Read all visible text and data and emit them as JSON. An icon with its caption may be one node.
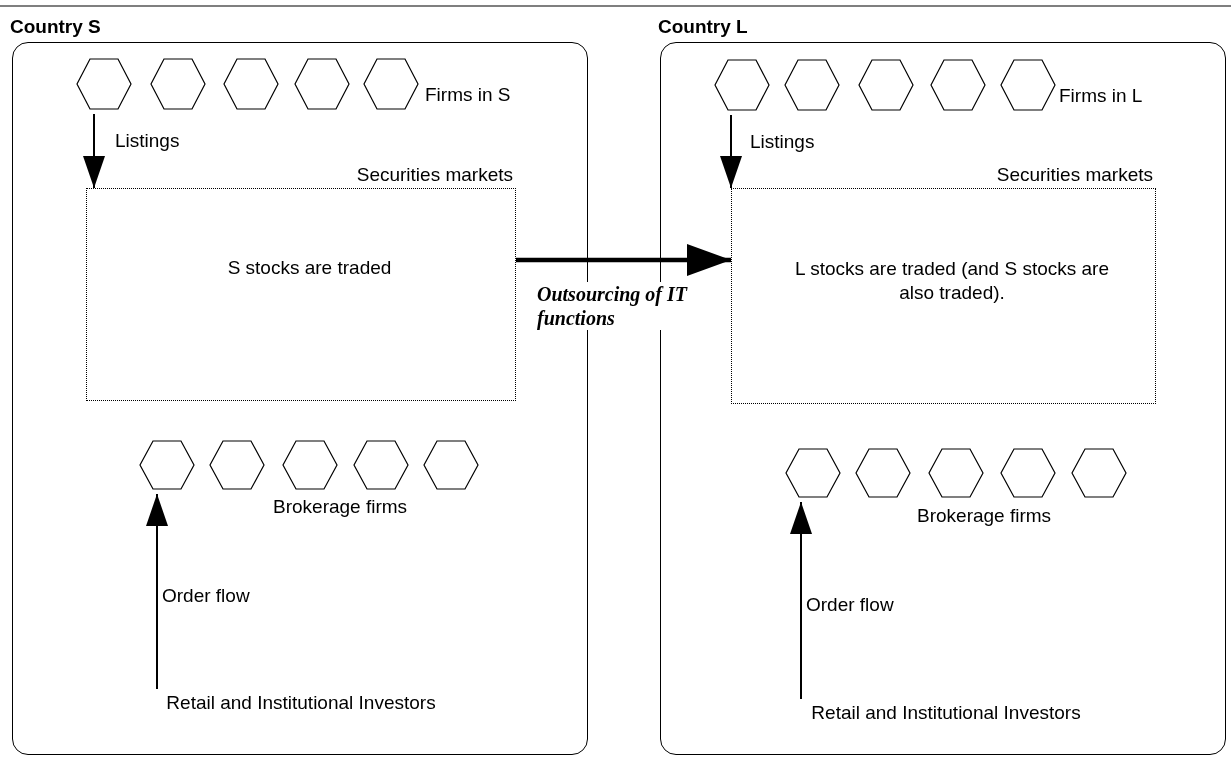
{
  "diagram": {
    "nodes": [
      {
        "text": [
          "Country S"
        ]
      },
      {
        "text": [],
        "shape": "hexagon",
        "in": 0
      },
      {
        "text": [],
        "shape": "hexagon",
        "in": 0
      },
      {
        "text": [],
        "shape": "hexagon",
        "in": 0
      },
      {
        "text": [],
        "shape": "hexagon",
        "in": 0
      },
      {
        "text": [],
        "shape": "hexagon",
        "in": 0
      },
      {
        "text": [
          "Securities markets",
          "S stocks are traded"
        ],
        "in": 0
      },
      {
        "text": [],
        "shape": "hexagon",
        "in": 0
      },
      {
        "text": [],
        "shape": "hexagon",
        "in": 0
      },
      {
        "text": [],
        "shape": "hexagon",
        "in": 0
      },
      {
        "text": [],
        "shape": "hexagon",
        "in": 0
      },
      {
        "text": [],
        "shape": "hexagon",
        "in": 0
      },
      {
        "text": [
          "Retail and Institutional Investors"
        ],
        "in": 0
      },
      {
        "text": [
          "Country L"
        ]
      },
      {
        "text": [],
        "shape": "hexagon",
        "in": 13
      },
      {
        "text": [],
        "shape": "hexagon",
        "in": 13
      },
      {
        "text": [],
        "shape": "hexagon",
        "in": 13
      },
      {
        "text": [],
        "shape": "hexagon",
        "in": 13
      },
      {
        "text": [],
        "shape": "hexagon",
        "in": 13
      },
      {
        "text": [
          "Securities markets",
          "L stocks are traded (and S stocks are also traded)."
        ],
        "in": 13
      },
      {
        "text": [],
        "shape": "hexagon",
        "in": 13
      },
      {
        "text": [],
        "shape": "hexagon",
        "in": 13
      },
      {
        "text": [],
        "shape": "hexagon",
        "in": 13
      },
      {
        "text": [],
        "shape": "hexagon",
        "in": 13
      },
      {
        "text": [],
        "shape": "hexagon",
        "in": 13
      },
      {
        "text": [
          "Retail and Institutional Investors"
        ],
        "in": 13
      }
    ],
    "edges": [
      {
        "from": 1,
        "to": 6,
        "arrow": "to",
        "label": "Listings"
      },
      {
        "from": 12,
        "to": 7,
        "arrow": "to",
        "label": "Order flow"
      },
      {
        "from": 6,
        "to": 19,
        "arrow": "to",
        "label": "Outsourcing of IT functions",
        "style": "thick"
      },
      {
        "from": 14,
        "to": 19,
        "arrow": "to",
        "label": "Listings"
      },
      {
        "from": 25,
        "to": 20,
        "arrow": "to",
        "label": "Order flow"
      }
    ],
    "labels": [
      "Firms in S",
      "Brokerage firms",
      "Firms in L",
      "Brokerage firms"
    ]
  }
}
